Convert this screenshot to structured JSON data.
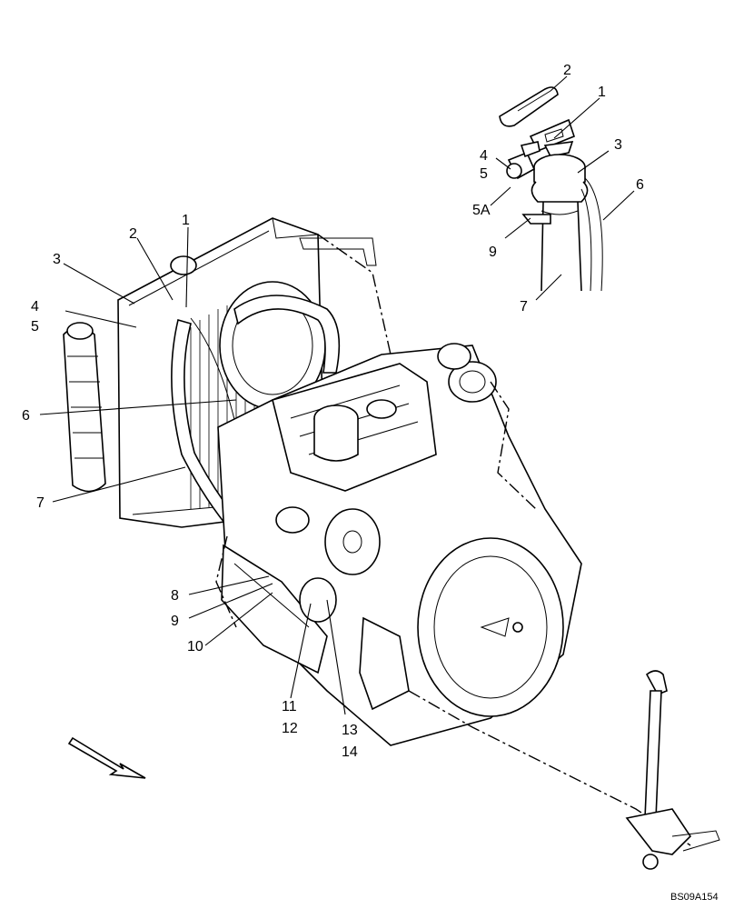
{
  "drawing": {
    "reference": "BS09A154",
    "labels": {
      "l1a": "1",
      "l2a": "2",
      "l3a": "3",
      "l4a": "4",
      "l5a": "5",
      "l6a": "6",
      "l7a": "7",
      "l8": "8",
      "l9a": "9",
      "l10": "10",
      "l11": "11",
      "l12": "12",
      "l13": "13",
      "l14": "14",
      "l1b": "1",
      "l2b": "2",
      "l3b": "3",
      "l4b": "4",
      "l5b": "5",
      "l5Ab": "5A",
      "l6b": "6",
      "l7b": "7",
      "l9b": "9"
    }
  }
}
